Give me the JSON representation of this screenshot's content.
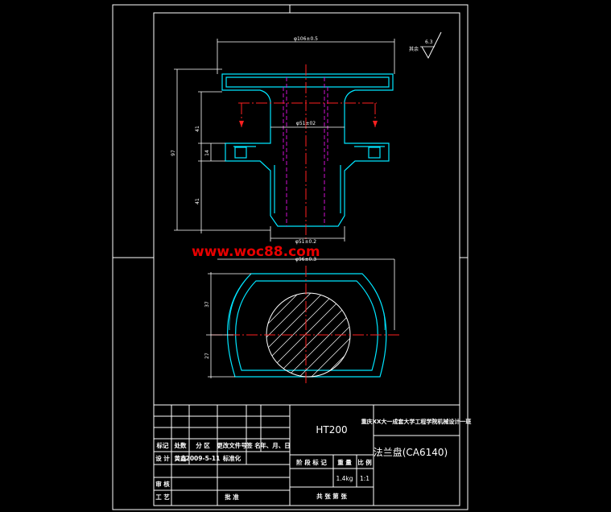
{
  "watermark": "www.woc88.com",
  "colors": {
    "background": "#000000",
    "frame": "#ffffff",
    "outline": "#00e5ff",
    "centerline": "#ff2020",
    "hidden": "#d010d0",
    "hatch": "#ffffff",
    "watermark": "#e80000"
  },
  "dimensions": {
    "top_width": "φ106±0.5",
    "bore": "φ51±02",
    "shank_dia": "φ51±0.2",
    "flange_dia": "φ96±0.3",
    "height_total": "97",
    "height_upper": "41",
    "flange_thick": "14",
    "height_lower": "41",
    "plan_upper": "37",
    "plan_lower": "27"
  },
  "surface_finish": {
    "label": "其余",
    "value": "6.3"
  },
  "title_block": {
    "material": "HT200",
    "school": "重庆XX大一成套大学工程学院机械设计一班",
    "part_name": "法兰盘(CA6140)",
    "rev_headers": [
      "标记",
      "处数",
      "分 区",
      "更改文件号",
      "签 名",
      "年、月、日"
    ],
    "design_label": "设 计",
    "designer": "黄鑫",
    "design_date": "2009-5-11",
    "standard_label": "标准化",
    "review_label": "审 核",
    "process_label": "工 艺",
    "approve_label": "批 准",
    "stage_header": "阶 段 标 记",
    "weight_header": "重 量",
    "scale_header": "比 例",
    "weight": "1.4kg",
    "scale": "1:1",
    "sheets": "共   张   第   张"
  }
}
